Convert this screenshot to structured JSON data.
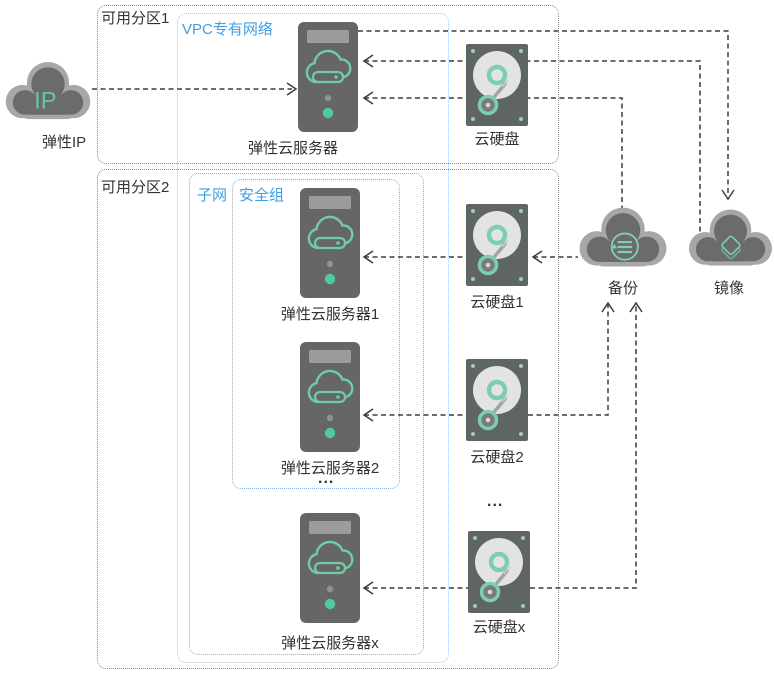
{
  "zone1": {
    "label": "可用分区1"
  },
  "zone2": {
    "label": "可用分区2"
  },
  "network": {
    "vpc_label": "VPC专有网络",
    "subnet_label": "子网",
    "security_group_label": "安全组"
  },
  "nodes": {
    "eip": {
      "label": "弹性IP",
      "badge": "IP"
    },
    "ecs0": {
      "label": "弹性云服务器"
    },
    "evs0": {
      "label": "云硬盘"
    },
    "ecs1": {
      "label": "弹性云服务器1"
    },
    "evs1": {
      "label": "云硬盘1"
    },
    "ecs2": {
      "label": "弹性云服务器2"
    },
    "evs2": {
      "label": "云硬盘2"
    },
    "ecsx": {
      "label": "弹性云服务器x"
    },
    "evsx": {
      "label": "云硬盘x"
    },
    "backup": {
      "label": "备份"
    },
    "image": {
      "label": "镜像"
    }
  },
  "ellipsis": {
    "servers": "...",
    "disks": "..."
  },
  "colors": {
    "accent_teal": "#6fcda6",
    "label_blue": "#3f9fe0",
    "text": "#333333",
    "arrow": "#3d3d3d",
    "zone_border": "#8a8a8a",
    "blue_border": "#79b4e3",
    "cloud_outer": "#a7a7a7",
    "cloud_inner": "#6b6b6b",
    "server_body": "#666666",
    "disk_platter": "#e3e3e3"
  }
}
